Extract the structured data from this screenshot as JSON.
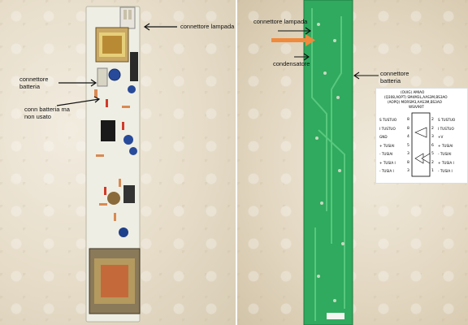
{
  "left_labels": {
    "lamp_connector": "connettore lampada",
    "battery_connector": "connettore\nbatteria",
    "battery_conn_unused": "conn batteria ma\nnon usato"
  },
  "right_labels": {
    "lamp_connector": "connettore lampada",
    "capacitor": "condensatore",
    "battery_connector": "connettore\nbatteria"
  },
  "datasheet": {
    "title1": "(OUIG) AMIAO",
    "title2": "(Q308,AOPT) SM4M3L,AAS3M,BS3AO",
    "title3": "(AOPQ) MORSM3,AAS3M,BS3AO",
    "title4": "WSIV90T",
    "left_pins": [
      {
        "label": "S TUSTUO",
        "num": "8"
      },
      {
        "label": "I TUSTUO",
        "num": "8"
      },
      {
        "label": "GND",
        "num": "4"
      },
      {
        "label": "+ TUSIAI",
        "num": "5"
      },
      {
        "label": "- TUSIAI",
        "num": "3"
      },
      {
        "label": "+ TUSIA I",
        "num": "8"
      },
      {
        "label": "- TUSIA I",
        "num": "3"
      }
    ],
    "right_pins": [
      {
        "label": "S TUSTUO",
        "num": "2"
      },
      {
        "label": "I TUSTUO",
        "num": "2"
      },
      {
        "label": "+V",
        "num": "3"
      },
      {
        "label": "+ TUSIAI",
        "num": "6"
      },
      {
        "label": "- TUSIAI",
        "num": "5"
      },
      {
        "label": "+ TUSIA I",
        "num": "2"
      },
      {
        "label": "- TUSIA I",
        "num": "1"
      }
    ]
  },
  "colors": {
    "pcb_left": "#efeee4",
    "pcb_right": "#2faa5e",
    "highlight_arrow": "#f08a3c"
  }
}
